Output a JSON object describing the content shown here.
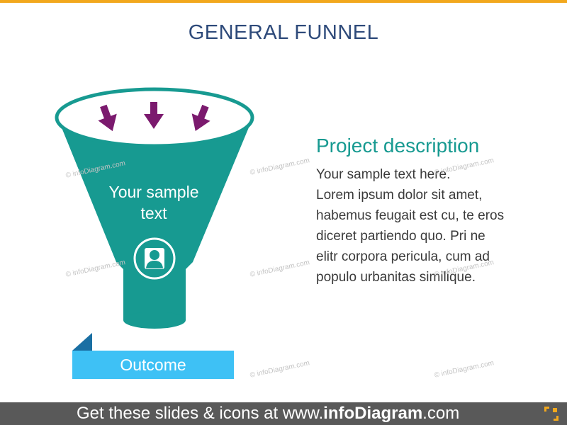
{
  "title": "GENERAL FUNNEL",
  "funnel": {
    "text_line1": "Your sample",
    "text_line2": "text",
    "icon": "person-icon",
    "arrows_icon": "arrow-down-icon"
  },
  "outcome": {
    "label": "Outcome"
  },
  "description": {
    "heading": "Project description",
    "lines": [
      "Your sample text here.",
      "Lorem ipsum dolor sit amet,",
      "habemus feugait est cu, te eros",
      "diceret partiendo quo. Pri ne",
      "elitr corpora pericula, cum ad",
      "populo urbanitas similique."
    ]
  },
  "watermark": "© infoDiagram.com",
  "footer": {
    "prefix": "Get these slides & icons at www.",
    "brand": "infoDiagram",
    "suffix": ".com",
    "logo_icon": "infodiagram-logo-icon"
  },
  "colors": {
    "accent_top": "#f2a81d",
    "funnel": "#179a91",
    "arrows": "#7b1a6e",
    "outcome": "#3ec1f5",
    "title": "#2e4a7a",
    "footer": "#595959"
  }
}
